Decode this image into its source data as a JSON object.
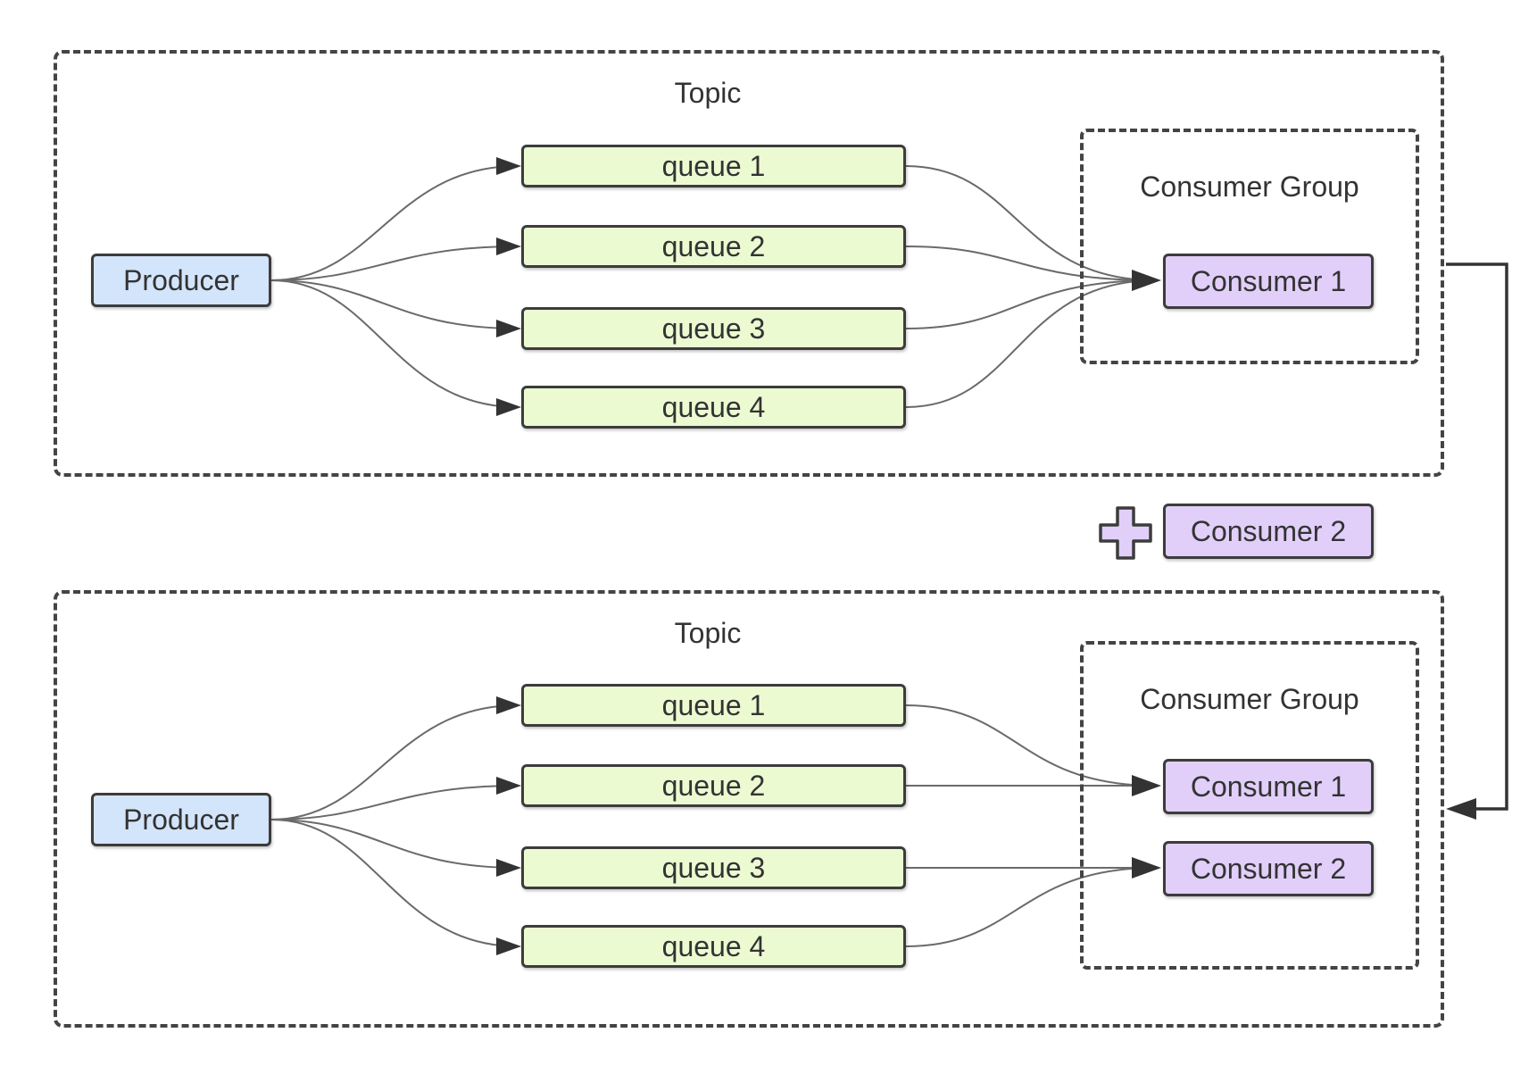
{
  "colors": {
    "producer_fill": "#d3e5fb",
    "queue_fill": "#ecfad2",
    "consumer_fill": "#e1cffa",
    "border": "#3c3c3c",
    "edge": "#6a6a6a"
  },
  "top": {
    "topic_label": "Topic",
    "group_label": "Consumer Group",
    "producer": "Producer",
    "queues": [
      "queue 1",
      "queue 2",
      "queue 3",
      "queue 4"
    ],
    "consumers": [
      "Consumer 1"
    ]
  },
  "middle": {
    "plus_icon": "plus-icon",
    "new_consumer": "Consumer 2"
  },
  "bottom": {
    "topic_label": "Topic",
    "group_label": "Consumer Group",
    "producer": "Producer",
    "queues": [
      "queue 1",
      "queue 2",
      "queue 3",
      "queue 4"
    ],
    "consumers": [
      "Consumer 1",
      "Consumer 2"
    ]
  }
}
